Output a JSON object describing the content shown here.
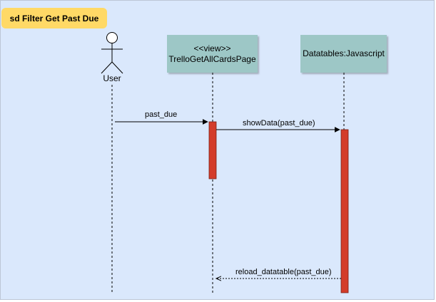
{
  "frame": {
    "title": "sd Filter Get Past Due"
  },
  "actor": {
    "name": "User"
  },
  "lifelines": {
    "page": {
      "stereotype": "<<view>>",
      "name": "TrelloGetAllCardsPage"
    },
    "datatables": {
      "name": "Datatables:Javascript"
    }
  },
  "messages": {
    "m1": {
      "label": "past_due",
      "type": "synchronous"
    },
    "m2": {
      "label": "showData(past_due)",
      "type": "synchronous"
    },
    "m3": {
      "label": "reload_datatable(past_due)",
      "type": "return"
    }
  },
  "colors": {
    "background": "#dae8fc",
    "frame_tag": "#ffd966",
    "lifeline_box": "#9dc7c6",
    "activation": "#d33c2a"
  }
}
